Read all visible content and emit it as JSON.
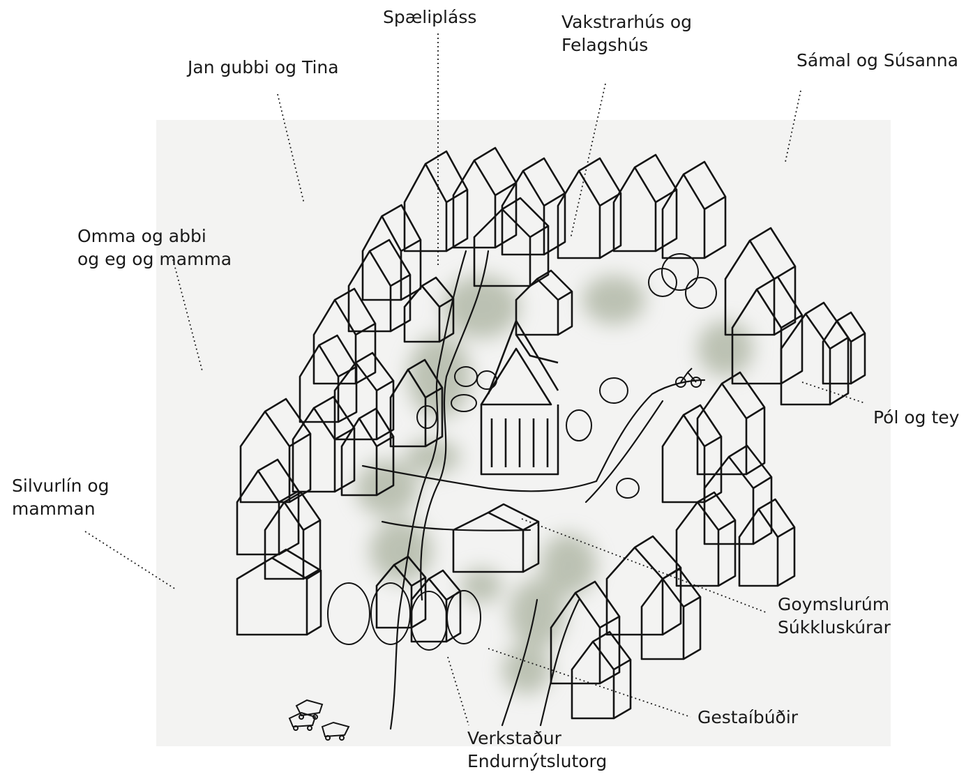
{
  "labels": {
    "speliplass": "Spælipláss",
    "vakstrarhus_1": "Vakstrarhús og",
    "vakstrarhus_2": "Felagshús",
    "jan_gubbi": "Jan gubbi og Tina",
    "samal": "Sámal og Súsanna",
    "omma_1": "Omma og abbi",
    "omma_2": "og eg og mamma",
    "pol": "Pól og tey",
    "silvurlin_1": "Silvurlín og",
    "silvurlin_2": "mamman",
    "goymslurum_1": "Goymslurúm",
    "goymslurum_2": "Súkkluskúrar",
    "gestaibudir": "Gestaíbúðir",
    "verkstadur_1": "Verkstaður",
    "verkstadur_2": "Endurnýtslutorg"
  },
  "colors": {
    "ink": "#141414",
    "paper": "#f3f3f2",
    "green_wash": "#8f9a80"
  }
}
